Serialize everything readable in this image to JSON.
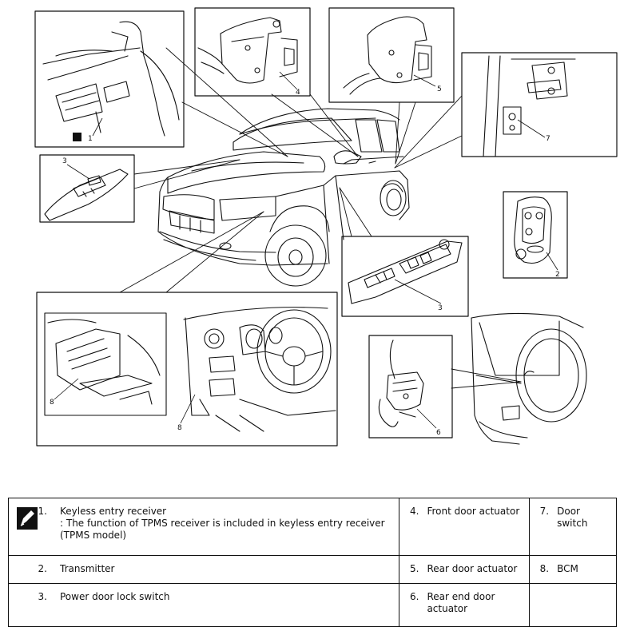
{
  "diagram": {
    "callouts": {
      "c1": "1",
      "c2": "2",
      "c3a": "3",
      "c3b": "3",
      "c4": "4",
      "c5": "5",
      "c6": "6",
      "c7": "7",
      "c8a": "8",
      "c8b": "8"
    }
  },
  "legend": {
    "rows": [
      {
        "c1": {
          "num": "1.",
          "text": "Keyless entry receiver",
          "note": ": The function of TPMS receiver is included in keyless entry receiver (TPMS model)"
        },
        "c2": {
          "num": "4.",
          "text": "Front door actuator"
        },
        "c3": {
          "num": "7.",
          "text": "Door switch"
        }
      },
      {
        "c1": {
          "num": "2.",
          "text": "Transmitter"
        },
        "c2": {
          "num": "5.",
          "text": "Rear door actuator"
        },
        "c3": {
          "num": "8.",
          "text": "BCM"
        }
      },
      {
        "c1": {
          "num": "3.",
          "text": "Power door lock switch"
        },
        "c2": {
          "num": "6.",
          "text": "Rear end door actuator"
        },
        "c3": {
          "num": "",
          "text": ""
        }
      }
    ]
  }
}
